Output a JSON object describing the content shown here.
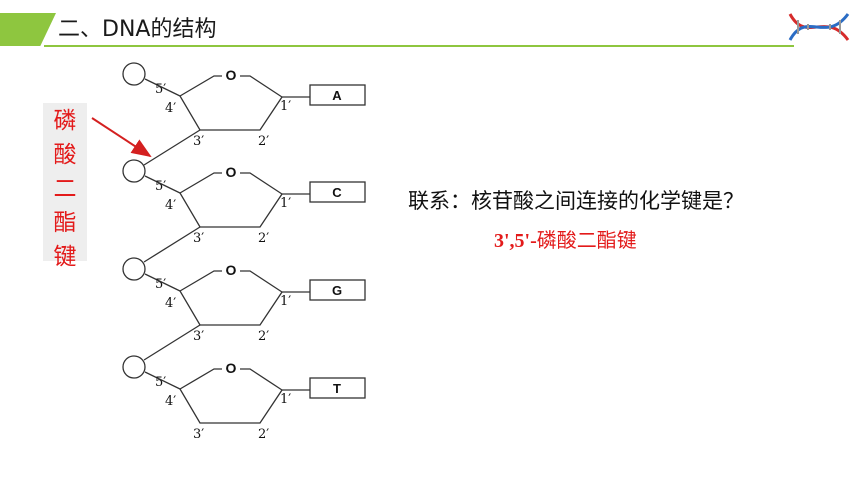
{
  "header": {
    "title": "二、DNA的结构",
    "accent_color": "#8ec63f",
    "logo_icon": "dna-helix-logo-icon"
  },
  "side_label": {
    "chars": [
      "磷",
      "酸",
      "二",
      "酯",
      "键"
    ],
    "color": "#e31a1a"
  },
  "units": [
    {
      "base": "A",
      "ring_o": "O",
      "c5": "5′",
      "c4": "4′",
      "c3": "3′",
      "c2": "2′",
      "c1": "1′"
    },
    {
      "base": "C",
      "ring_o": "O",
      "c5": "5′",
      "c4": "4′",
      "c3": "3′",
      "c2": "2′",
      "c1": "1′"
    },
    {
      "base": "G",
      "ring_o": "O",
      "c5": "5′",
      "c4": "4′",
      "c3": "3′",
      "c2": "2′",
      "c1": "1′"
    },
    {
      "base": "T",
      "ring_o": "O",
      "c5": "5′",
      "c4": "4′",
      "c3": "3′",
      "c2": "2′",
      "c1": "1′"
    }
  ],
  "question": "联系：核苷酸之间连接的化学键是？",
  "answer": {
    "prefix": "3',5'-",
    "bond": "磷酸二酯键",
    "color": "#e31a1a"
  }
}
